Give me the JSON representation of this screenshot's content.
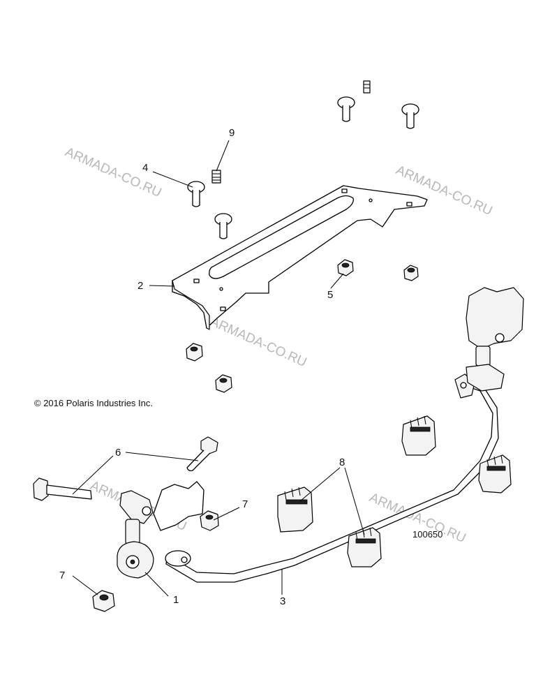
{
  "copyright": "© 2016 Polaris Industries Inc.",
  "figure_number": "100650",
  "watermark": "ARMADA-CO.RU",
  "callouts": {
    "c1": "1",
    "c2": "2",
    "c3": "3",
    "c4": "4",
    "c5": "5",
    "c6": "6",
    "c7a": "7",
    "c7b": "7",
    "c8": "8",
    "c9": "9"
  }
}
